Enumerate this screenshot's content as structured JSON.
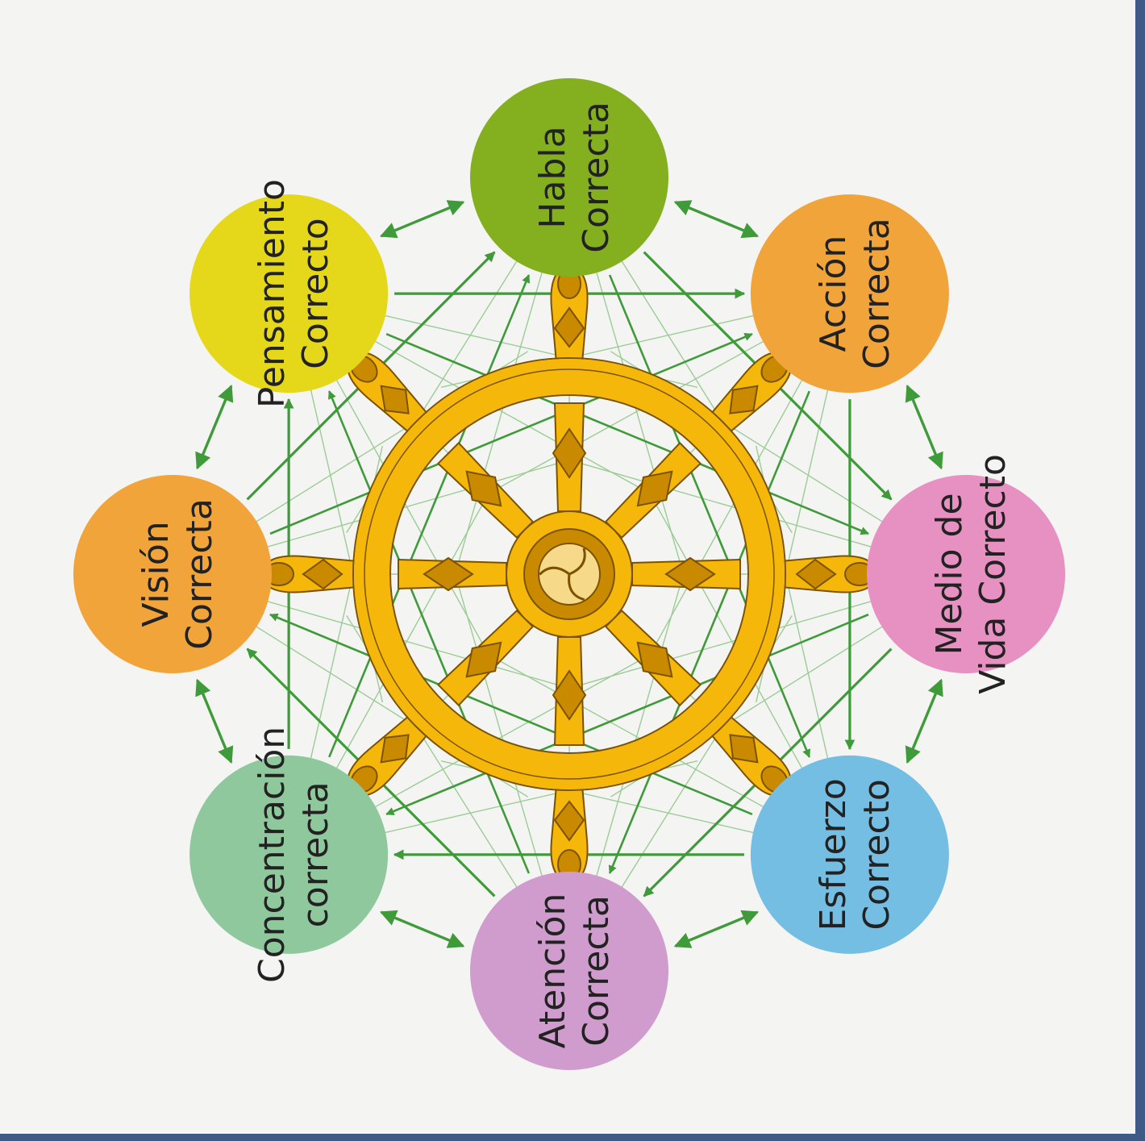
{
  "diagram": {
    "nodes": [
      {
        "id": "habla",
        "lines": [
          "Habla",
          "Correcta"
        ],
        "color": "#84b020"
      },
      {
        "id": "accion",
        "lines": [
          "Acción",
          "Correcta"
        ],
        "color": "#f0a43a"
      },
      {
        "id": "medio",
        "lines": [
          "Medio de",
          "Vida Correcto"
        ],
        "color": "#e691c1"
      },
      {
        "id": "esfuerzo",
        "lines": [
          "Esfuerzo",
          "Correcto"
        ],
        "color": "#74bde3"
      },
      {
        "id": "atencion",
        "lines": [
          "Atención",
          "Correcta"
        ],
        "color": "#cf9ccd"
      },
      {
        "id": "concentracion",
        "lines": [
          "Concentración",
          "correcta"
        ],
        "color": "#8ec89c"
      },
      {
        "id": "vision",
        "lines": [
          "Visión",
          "Correcta"
        ],
        "color": "#f0a43a"
      },
      {
        "id": "pensamiento",
        "lines": [
          "Pensamiento",
          "Correcto"
        ],
        "color": "#e5d81a"
      }
    ],
    "wheel": {
      "gold": "#f5b80a",
      "gold_dark": "#c98a00",
      "outline": "#7a5200",
      "spoke_count": 8
    },
    "arrow_color": "#3f9a3a",
    "thin_line_color": "#9ccc96",
    "label_color": "#222222"
  }
}
